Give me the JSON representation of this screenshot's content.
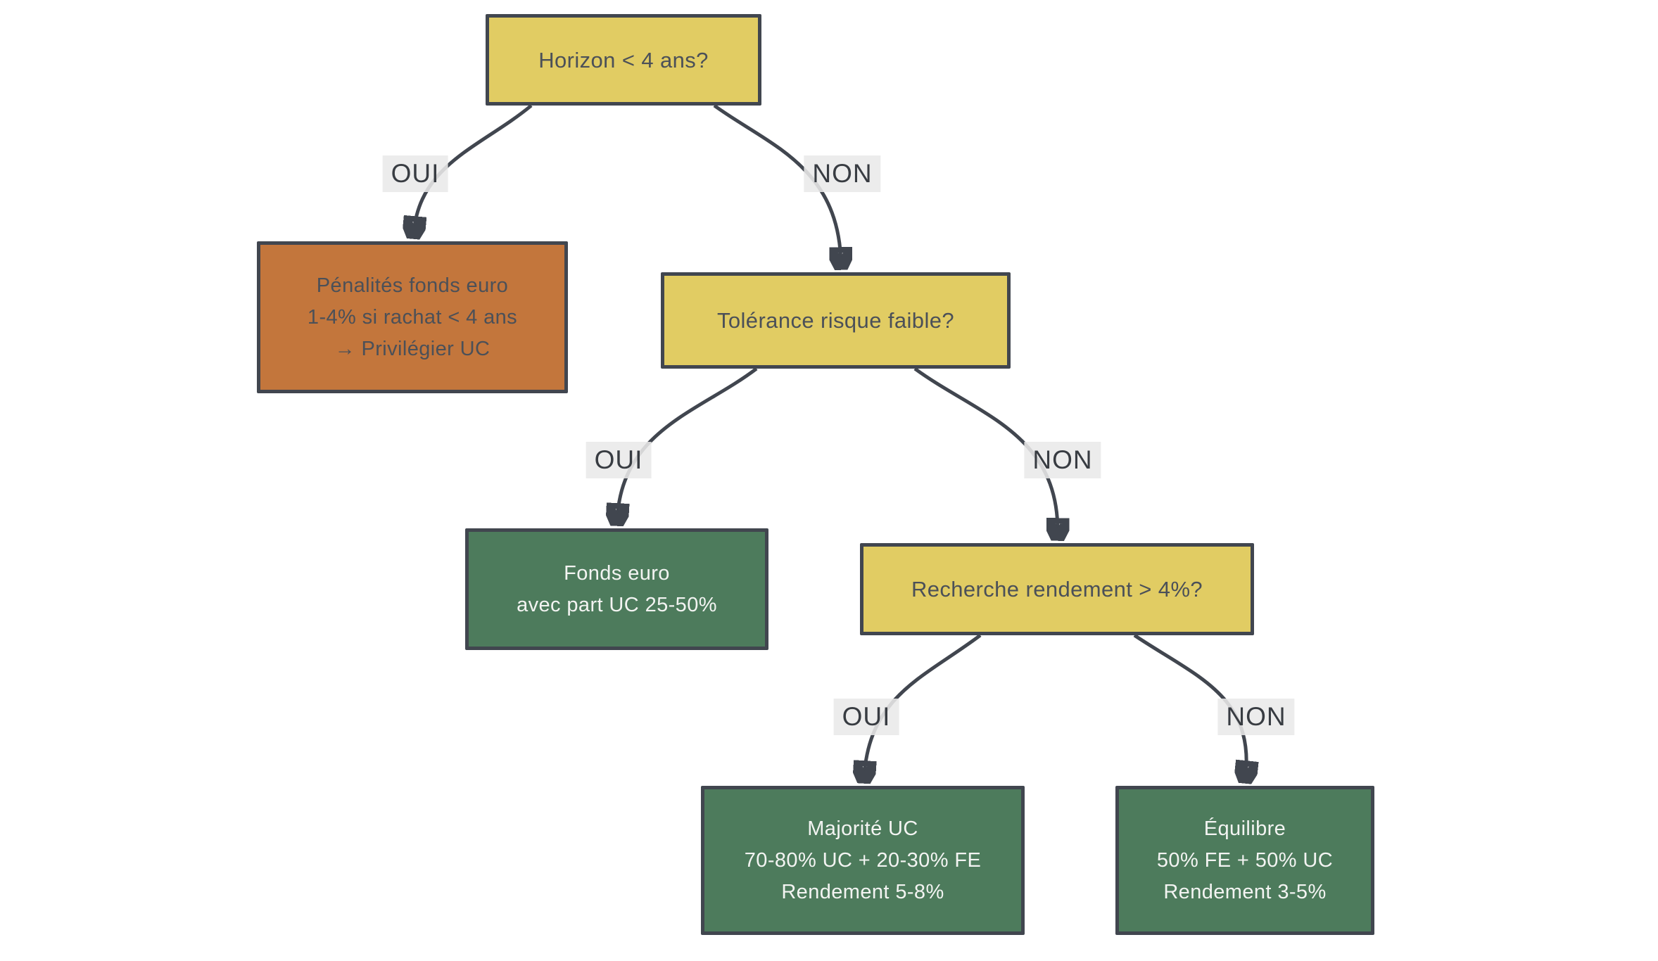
{
  "diagram_type": "decision-tree-flowchart",
  "language": "fr",
  "colors": {
    "question_fill": "#e1cc63",
    "warning_fill": "#c3763c",
    "result_fill": "#4d7b5c",
    "border_and_lines": "#41464f",
    "edge_label_bg": "#e9e9e9",
    "text_on_yellow_orange": "#4b5058",
    "text_on_green": "#f3f4f2"
  },
  "labels": {
    "oui": "OUI",
    "non": "NON"
  },
  "nodes": {
    "q_horizon": {
      "kind": "question",
      "lines": [
        "Horizon < 4 ans?"
      ]
    },
    "penalites": {
      "kind": "warning",
      "lines": [
        "Pénalités fonds euro",
        "1-4% si rachat < 4 ans",
        "→ Privilégier UC"
      ]
    },
    "q_tolerance": {
      "kind": "question",
      "lines": [
        "Tolérance risque faible?"
      ]
    },
    "fonds_euro": {
      "kind": "result",
      "lines": [
        "Fonds euro",
        "avec part UC 25-50%"
      ]
    },
    "q_rendement": {
      "kind": "question",
      "lines": [
        "Recherche rendement > 4%?"
      ]
    },
    "majorite_uc": {
      "kind": "result",
      "lines": [
        "Majorité UC",
        "70-80% UC + 20-30% FE",
        "Rendement 5-8%"
      ]
    },
    "equilibre": {
      "kind": "result",
      "lines": [
        "Équilibre",
        "50% FE + 50% UC",
        "Rendement 3-5%"
      ]
    }
  },
  "edges": [
    {
      "from": "q_horizon",
      "label": "OUI",
      "to": "penalites"
    },
    {
      "from": "q_horizon",
      "label": "NON",
      "to": "q_tolerance"
    },
    {
      "from": "q_tolerance",
      "label": "OUI",
      "to": "fonds_euro"
    },
    {
      "from": "q_tolerance",
      "label": "NON",
      "to": "q_rendement"
    },
    {
      "from": "q_rendement",
      "label": "OUI",
      "to": "majorite_uc"
    },
    {
      "from": "q_rendement",
      "label": "NON",
      "to": "equilibre"
    }
  ]
}
